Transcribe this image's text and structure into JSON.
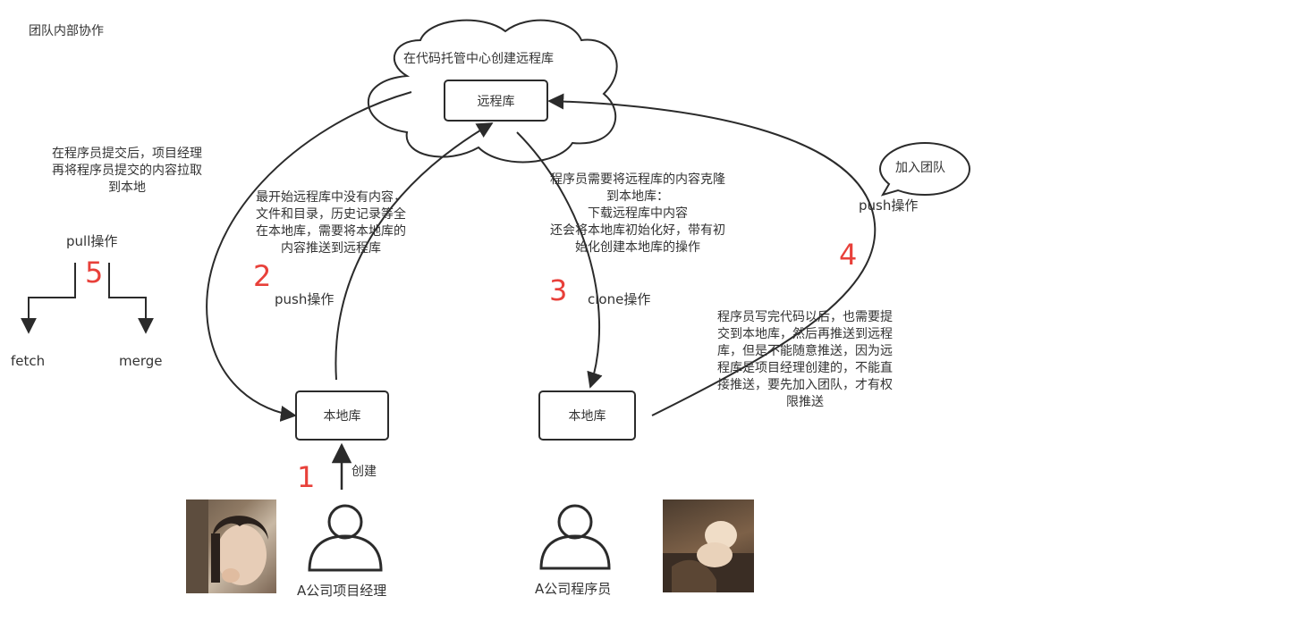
{
  "title": "团队内部协作",
  "cloud_label": "在代码托管中心创建远程库",
  "remote_box": "远程库",
  "local_box_left": "本地库",
  "local_box_right": "本地库",
  "bubble": "加入团队",
  "step_numbers": [
    "1",
    "2",
    "3",
    "4",
    "5"
  ],
  "labels": {
    "create": "创建",
    "push_left": "push操作",
    "clone": "clone操作",
    "push_right": "push操作",
    "pull": "pull操作",
    "fetch": "fetch",
    "merge": "merge",
    "manager": "A公司项目经理",
    "programmer": "A公司程序员"
  },
  "notes": {
    "pull_note": [
      "在程序员提交后，项目经理",
      "再将程序员提交的内容拉取",
      "到本地"
    ],
    "push_note": [
      "最开始远程库中没有内容，",
      "文件和目录，历史记录等全",
      "在本地库，需要将本地库的",
      "内容推送到远程库"
    ],
    "clone_note": [
      "程序员需要将远程库的内容克隆",
      "到本地库：",
      "下载远程库中内容",
      "还会将本地库初始化好，带有初",
      "始化创建本地库的操作"
    ],
    "push2_note": [
      "程序员写完代码以后，也需要提",
      "交到本地库，然后再推送到远程",
      "库，但是不能随意推送，因为远",
      "程库是项目经理创建的，不能直",
      "接推送，要先加入团队，才有权",
      "限推送"
    ]
  },
  "colors": {
    "step_number": "#e8403a",
    "stroke": "#2b2b2b"
  }
}
